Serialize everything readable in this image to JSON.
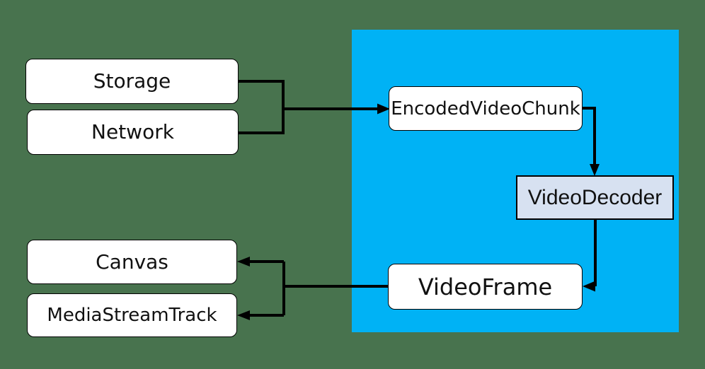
{
  "colors": {
    "background": "#48734e",
    "panel": "#00b2f5",
    "node_fill": "#ffffff",
    "decoder_fill": "#d7e1f1",
    "line": "#000000",
    "text": "#111111"
  },
  "nodes": {
    "storage": {
      "label": "Storage"
    },
    "network": {
      "label": "Network"
    },
    "encoded_video_chunk": {
      "label": "EncodedVideoChunk"
    },
    "video_decoder": {
      "label": "VideoDecoder"
    },
    "video_frame": {
      "label": "VideoFrame"
    },
    "canvas": {
      "label": "Canvas"
    },
    "media_stream_track": {
      "label": "MediaStreamTrack"
    }
  }
}
